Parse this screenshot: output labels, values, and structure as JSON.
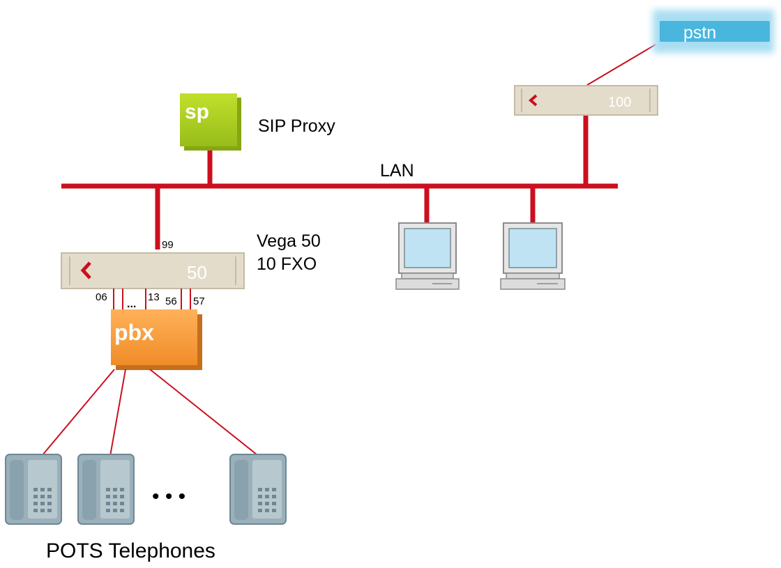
{
  "nodes": {
    "pstn": {
      "label": "pstn"
    },
    "sip_proxy": {
      "icon_text": "sp",
      "label": "SIP Proxy"
    },
    "lan": {
      "label": "LAN"
    },
    "vega50": {
      "line1": "Vega 50",
      "line2": "10 FXO",
      "display": "50",
      "port": "99"
    },
    "vega100": {
      "display": "100"
    },
    "pbx": {
      "label": "pbx"
    },
    "fxo_ports": [
      "06",
      "...",
      "13",
      "56",
      "57"
    ],
    "telephones": {
      "label": "POTS Telephones",
      "ellipsis": "• • •"
    }
  },
  "colors": {
    "link": "#cc0f1e",
    "sip_proxy": "#a6c91f",
    "pbx": "#ff9f3a",
    "pstn": "#49b6de",
    "gateway": "#e3dccb",
    "monitor": "#bfe3f2",
    "phone": "#9ab0ba"
  }
}
